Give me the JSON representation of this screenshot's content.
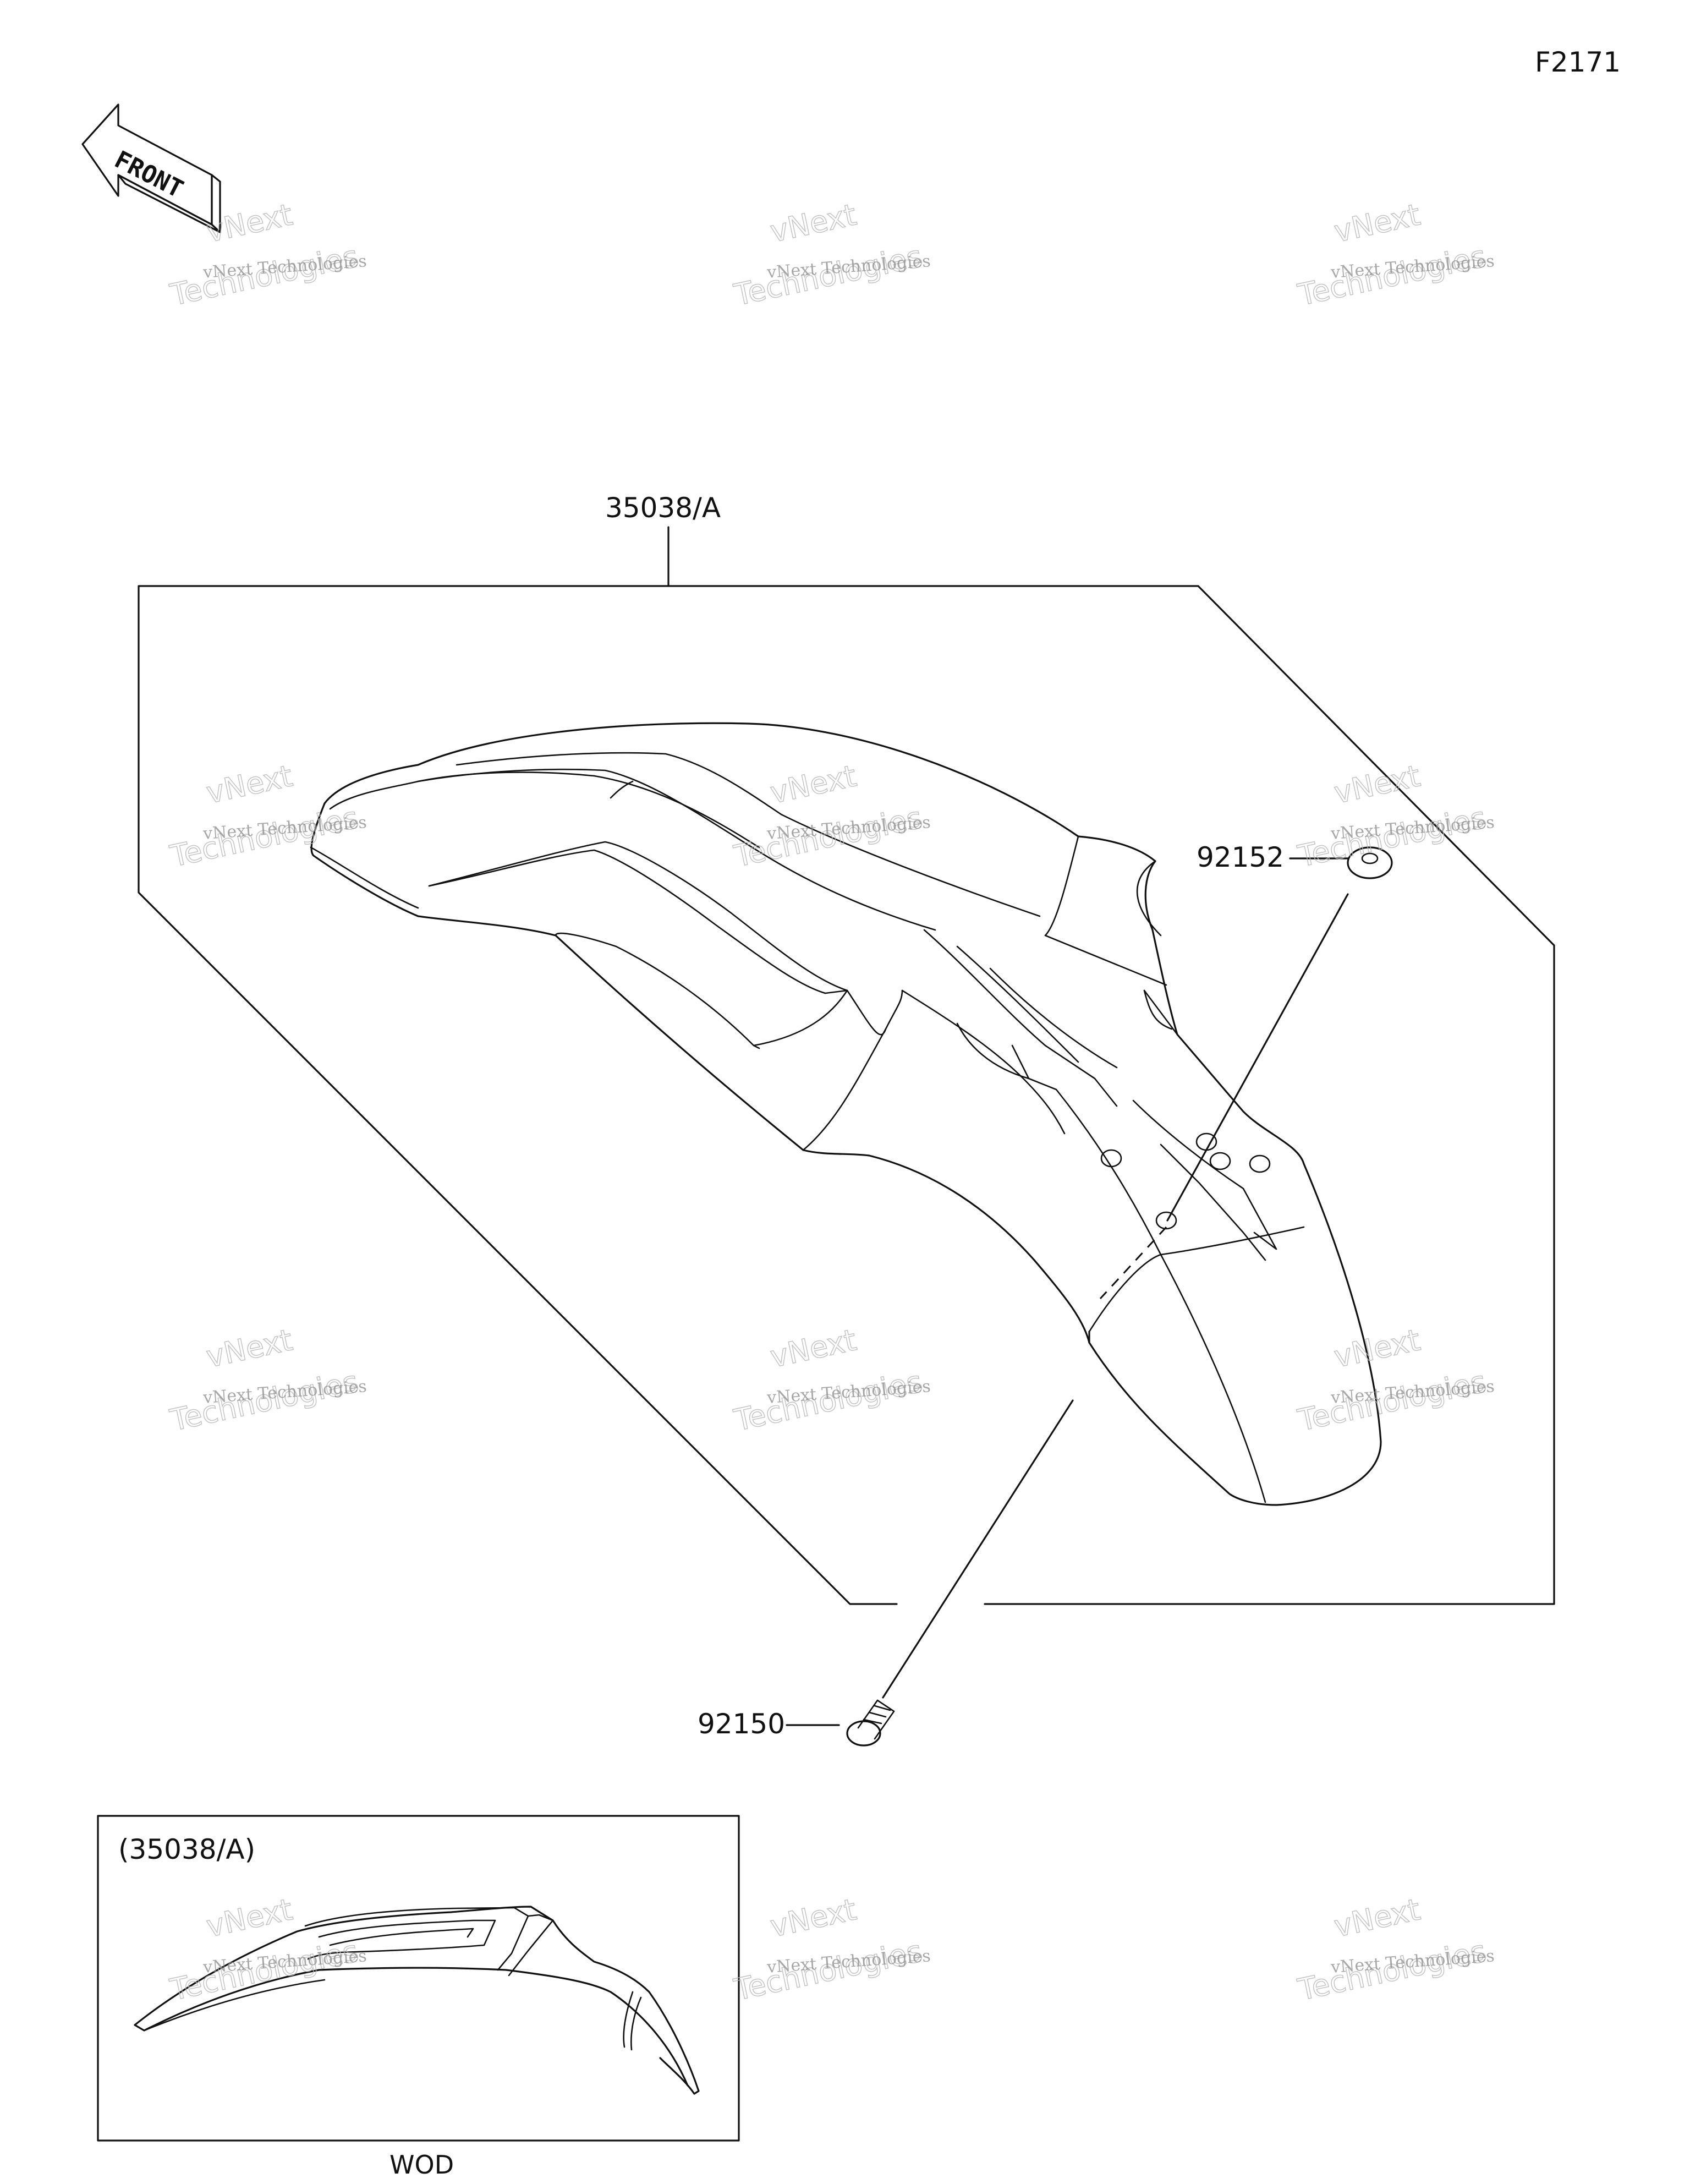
{
  "figure_code": "F2171",
  "front_arrow_label": "FRONT",
  "callouts": {
    "fender": "35038/A",
    "nut": "92152",
    "bolt": "92150"
  },
  "inset": {
    "title": "(35038/A)",
    "caption": "WOD"
  },
  "watermark": {
    "line1": "vNext Technologies",
    "line2": "vNext",
    "line3": "Technologies"
  }
}
